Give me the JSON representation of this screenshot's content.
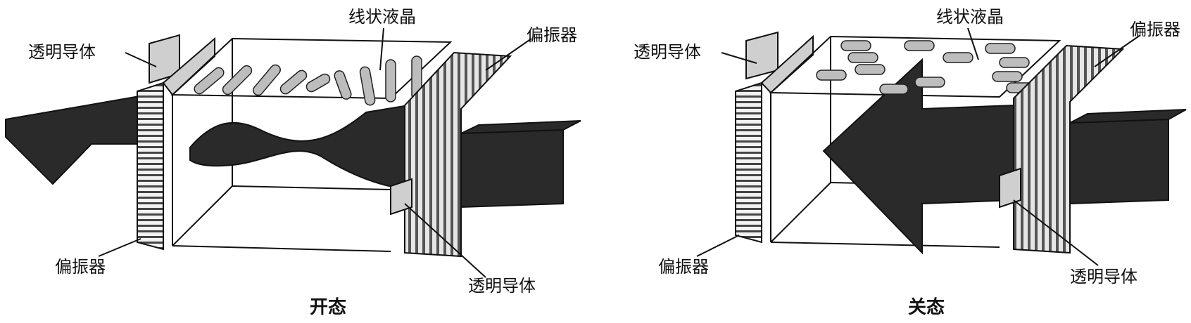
{
  "left_panel": {
    "caption": "开态",
    "labels": {
      "transparent_conductor_top": "透明导体",
      "liquid_crystal": "线状液晶",
      "polarizer_right": "偏振器",
      "polarizer_left": "偏振器",
      "transparent_conductor_bottom": "透明导体"
    }
  },
  "right_panel": {
    "caption": "关态",
    "labels": {
      "transparent_conductor_top": "透明导体",
      "liquid_crystal": "线状液晶",
      "polarizer_right": "偏振器",
      "polarizer_left": "偏振器",
      "transparent_conductor_bottom": "透明导体"
    }
  }
}
